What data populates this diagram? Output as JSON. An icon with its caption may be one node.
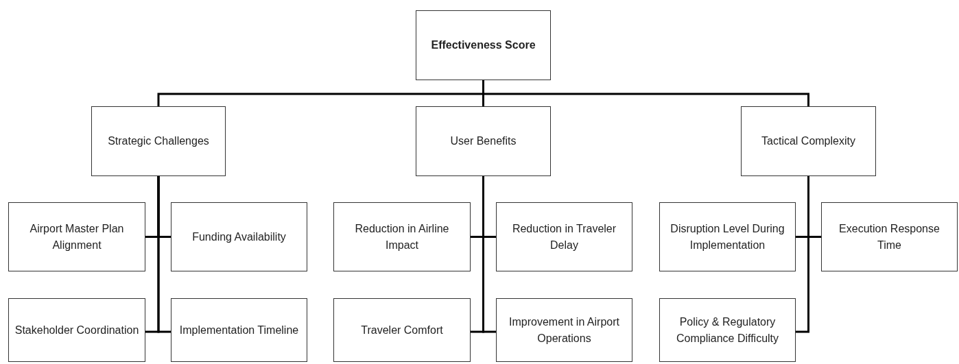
{
  "diagram": {
    "nodes": [
      {
        "text": [
          "Effectiveness Score"
        ]
      },
      {
        "text": [
          "Strategic Challenges"
        ]
      },
      {
        "text": [
          "User Benefits"
        ]
      },
      {
        "text": [
          "Tactical Complexity"
        ]
      },
      {
        "text": [
          "Airport Master Plan Alignment"
        ]
      },
      {
        "text": [
          "Funding Availability"
        ]
      },
      {
        "text": [
          "Stakeholder Coordination"
        ]
      },
      {
        "text": [
          "Implementation Timeline"
        ]
      },
      {
        "text": [
          "Reduction in Airline Impact"
        ]
      },
      {
        "text": [
          "Reduction in Traveler Delay"
        ]
      },
      {
        "text": [
          "Traveler Comfort"
        ]
      },
      {
        "text": [
          "Improvement in Airport Operations"
        ]
      },
      {
        "text": [
          "Disruption Level During Implementation"
        ]
      },
      {
        "text": [
          "Execution Response Time"
        ]
      },
      {
        "text": [
          "Policy & Regulatory Compliance Difficulty"
        ]
      }
    ],
    "edges": [
      {
        "from": 0,
        "to": 1,
        "arrow": "none"
      },
      {
        "from": 0,
        "to": 2,
        "arrow": "none"
      },
      {
        "from": 0,
        "to": 3,
        "arrow": "none"
      },
      {
        "from": 1,
        "to": 4,
        "arrow": "none"
      },
      {
        "from": 1,
        "to": 5,
        "arrow": "none"
      },
      {
        "from": 1,
        "to": 6,
        "arrow": "none"
      },
      {
        "from": 1,
        "to": 7,
        "arrow": "none"
      },
      {
        "from": 2,
        "to": 8,
        "arrow": "none"
      },
      {
        "from": 2,
        "to": 9,
        "arrow": "none"
      },
      {
        "from": 2,
        "to": 10,
        "arrow": "none"
      },
      {
        "from": 2,
        "to": 11,
        "arrow": "none"
      },
      {
        "from": 3,
        "to": 12,
        "arrow": "none"
      },
      {
        "from": 3,
        "to": 13,
        "arrow": "none"
      },
      {
        "from": 3,
        "to": 14,
        "arrow": "none"
      }
    ]
  }
}
